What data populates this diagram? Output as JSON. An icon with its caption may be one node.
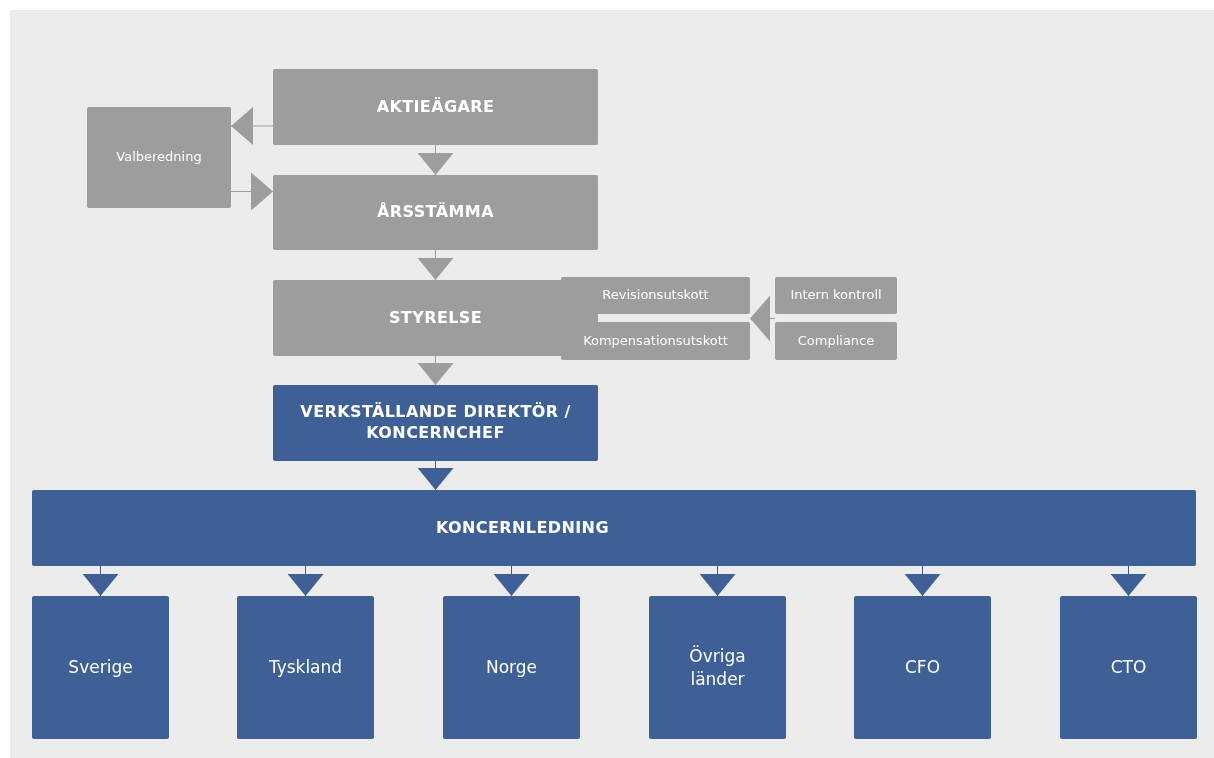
{
  "diagram": {
    "nodes": [
      {
        "text": [
          "AKTIEÄGARE"
        ]
      },
      {
        "text": [
          "Valberedning"
        ]
      },
      {
        "text": [
          "ÅRSSTÄMMA"
        ]
      },
      {
        "text": [
          "STYRELSE"
        ]
      },
      {
        "text": [
          "Revisionsutskott"
        ]
      },
      {
        "text": [
          "Kompensationsutskott"
        ]
      },
      {
        "text": [
          "Intern kontroll"
        ]
      },
      {
        "text": [
          "Compliance"
        ]
      },
      {
        "text": [
          "VERKSTÄLLANDE DIREKTÖR / KONCERNCHEF"
        ]
      },
      {
        "text": [
          "KONCERNLEDNING"
        ]
      },
      {
        "text": [
          "Sverige"
        ]
      },
      {
        "text": [
          "Tyskland"
        ]
      },
      {
        "text": [
          "Norge"
        ]
      },
      {
        "text": [
          "Övriga länder"
        ]
      },
      {
        "text": [
          "CFO"
        ]
      },
      {
        "text": [
          "CTO"
        ]
      }
    ],
    "edges": [
      {
        "from": 0,
        "to": 1,
        "arrow": "to"
      },
      {
        "from": 1,
        "to": 2,
        "arrow": "to"
      },
      {
        "from": 0,
        "to": 2,
        "arrow": "to"
      },
      {
        "from": 2,
        "to": 3,
        "arrow": "to"
      },
      {
        "from": 6,
        "to": 4,
        "arrow": "to"
      },
      {
        "from": 7,
        "to": 5,
        "arrow": "to"
      },
      {
        "from": 3,
        "to": 8,
        "arrow": "to"
      },
      {
        "from": 8,
        "to": 9,
        "arrow": "to",
        "color": "#3f6096"
      },
      {
        "from": 9,
        "to": 10,
        "arrow": "to",
        "color": "#3f6096"
      },
      {
        "from": 9,
        "to": 11,
        "arrow": "to",
        "color": "#3f6096"
      },
      {
        "from": 9,
        "to": 12,
        "arrow": "to",
        "color": "#3f6096"
      },
      {
        "from": 9,
        "to": 13,
        "arrow": "to",
        "color": "#3f6096"
      },
      {
        "from": 9,
        "to": 14,
        "arrow": "to",
        "color": "#3f6096"
      },
      {
        "from": 9,
        "to": 15,
        "arrow": "to",
        "color": "#3f6096"
      }
    ]
  }
}
